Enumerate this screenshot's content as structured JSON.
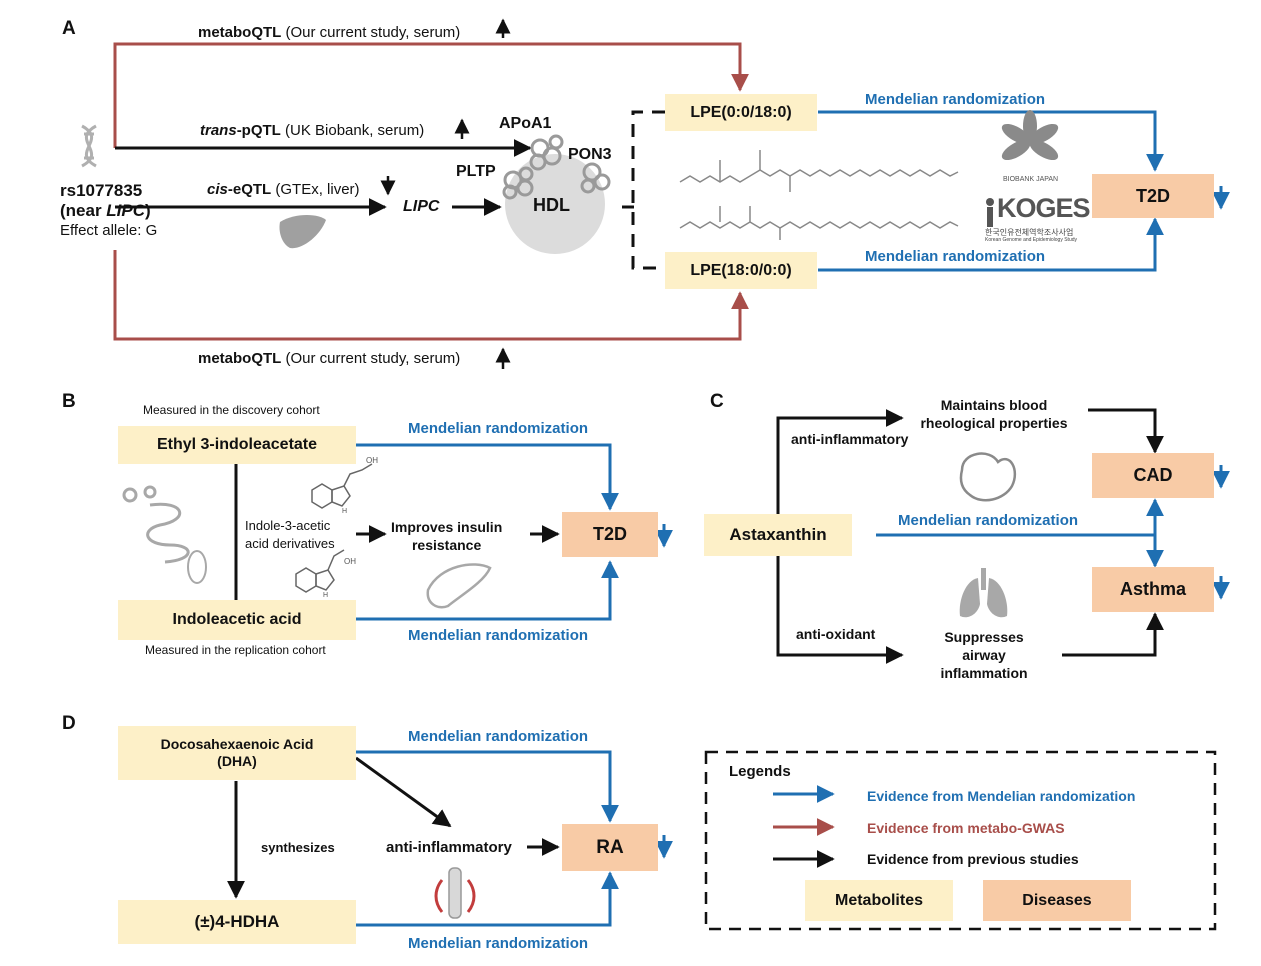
{
  "panels": {
    "a": "A",
    "b": "B",
    "c": "C",
    "d": "D"
  },
  "panel_a": {
    "top_qtl": {
      "bold": "metaboQTL",
      "rest": "(Our current study, serum)"
    },
    "bottom_qtl": {
      "bold": "metaboQTL",
      "rest": "(Our current study, serum)"
    },
    "trans_pqtl": {
      "bold": "trans",
      "bold2": "-pQTL",
      "rest": "(UK Biobank, serum)"
    },
    "cis_eqtl": {
      "bold": "cis",
      "bold2": "-eQTL",
      "rest": "(GTEx, liver)"
    },
    "snp": {
      "id": "rs1077835",
      "near_prefix": "(near ",
      "near_gene": "LIPC",
      "near_suffix": ")",
      "allele": "Effect allele: G"
    },
    "lipc": "LIPC",
    "apoa1": "APoA1",
    "pltp": "PLTP",
    "pon3": "PON3",
    "hdl": "HDL",
    "lpe_top": "LPE(0:0/18:0)",
    "lpe_bottom": "LPE(18:0/0:0)",
    "mr_top": "Mendelian randomization",
    "mr_bottom": "Mendelian randomization",
    "t2d": "T2D",
    "logo_bbj": "BIOBANK JAPAN",
    "logo_koges": "KOGES",
    "logo_koges_kr": "한국인유전체역학조사사업",
    "logo_koges_en": "Korean Genome and Epidemiology Study"
  },
  "panel_b": {
    "note_discovery": "Measured in the discovery cohort",
    "note_replication": "Measured in the replication cohort",
    "ethyl": "Ethyl 3-indoleacetate",
    "iaa": "Indoleacetic acid",
    "derivatives": [
      "Indole-3-acetic",
      "acid derivatives"
    ],
    "improves": [
      "Improves insulin",
      "resistance"
    ],
    "t2d": "T2D",
    "mr_top": "Mendelian randomization",
    "mr_bottom": "Mendelian randomization",
    "chem_oh": "OH",
    "chem_nh": "H"
  },
  "panel_c": {
    "astaxanthin": "Astaxanthin",
    "maintains": [
      "Maintains blood",
      "rheological properties"
    ],
    "anti_inflammatory": "anti-inflammatory",
    "anti_oxidant": "anti-oxidant",
    "suppresses": [
      "Suppresses",
      "airway",
      "inflammation"
    ],
    "mr": "Mendelian randomization",
    "cad": "CAD",
    "asthma": "Asthma"
  },
  "panel_d": {
    "dha": [
      "Docosahexaenoic Acid",
      "(DHA)"
    ],
    "hdha": "(±)4-HDHA",
    "synthesizes": "synthesizes",
    "anti_inflammatory": "anti-inflammatory",
    "ra": "RA",
    "mr_top": "Mendelian randomization",
    "mr_bottom": "Mendelian randomization"
  },
  "legend": {
    "title": "Legends",
    "items": [
      {
        "label": "Evidence from Mendelian randomization",
        "color": "#1f6fb2"
      },
      {
        "label": "Evidence from metabo-GWAS",
        "color": "#a84e4a"
      },
      {
        "label": "Evidence from previous studies",
        "color": "#111111"
      }
    ],
    "metabolites": "Metabolites",
    "diseases": "Diseases"
  },
  "colors": {
    "mr": "#1f6fb2",
    "gwas": "#a84e4a",
    "previous": "#111111",
    "metabolite": "#fdf0c8",
    "disease": "#f8cba6"
  }
}
